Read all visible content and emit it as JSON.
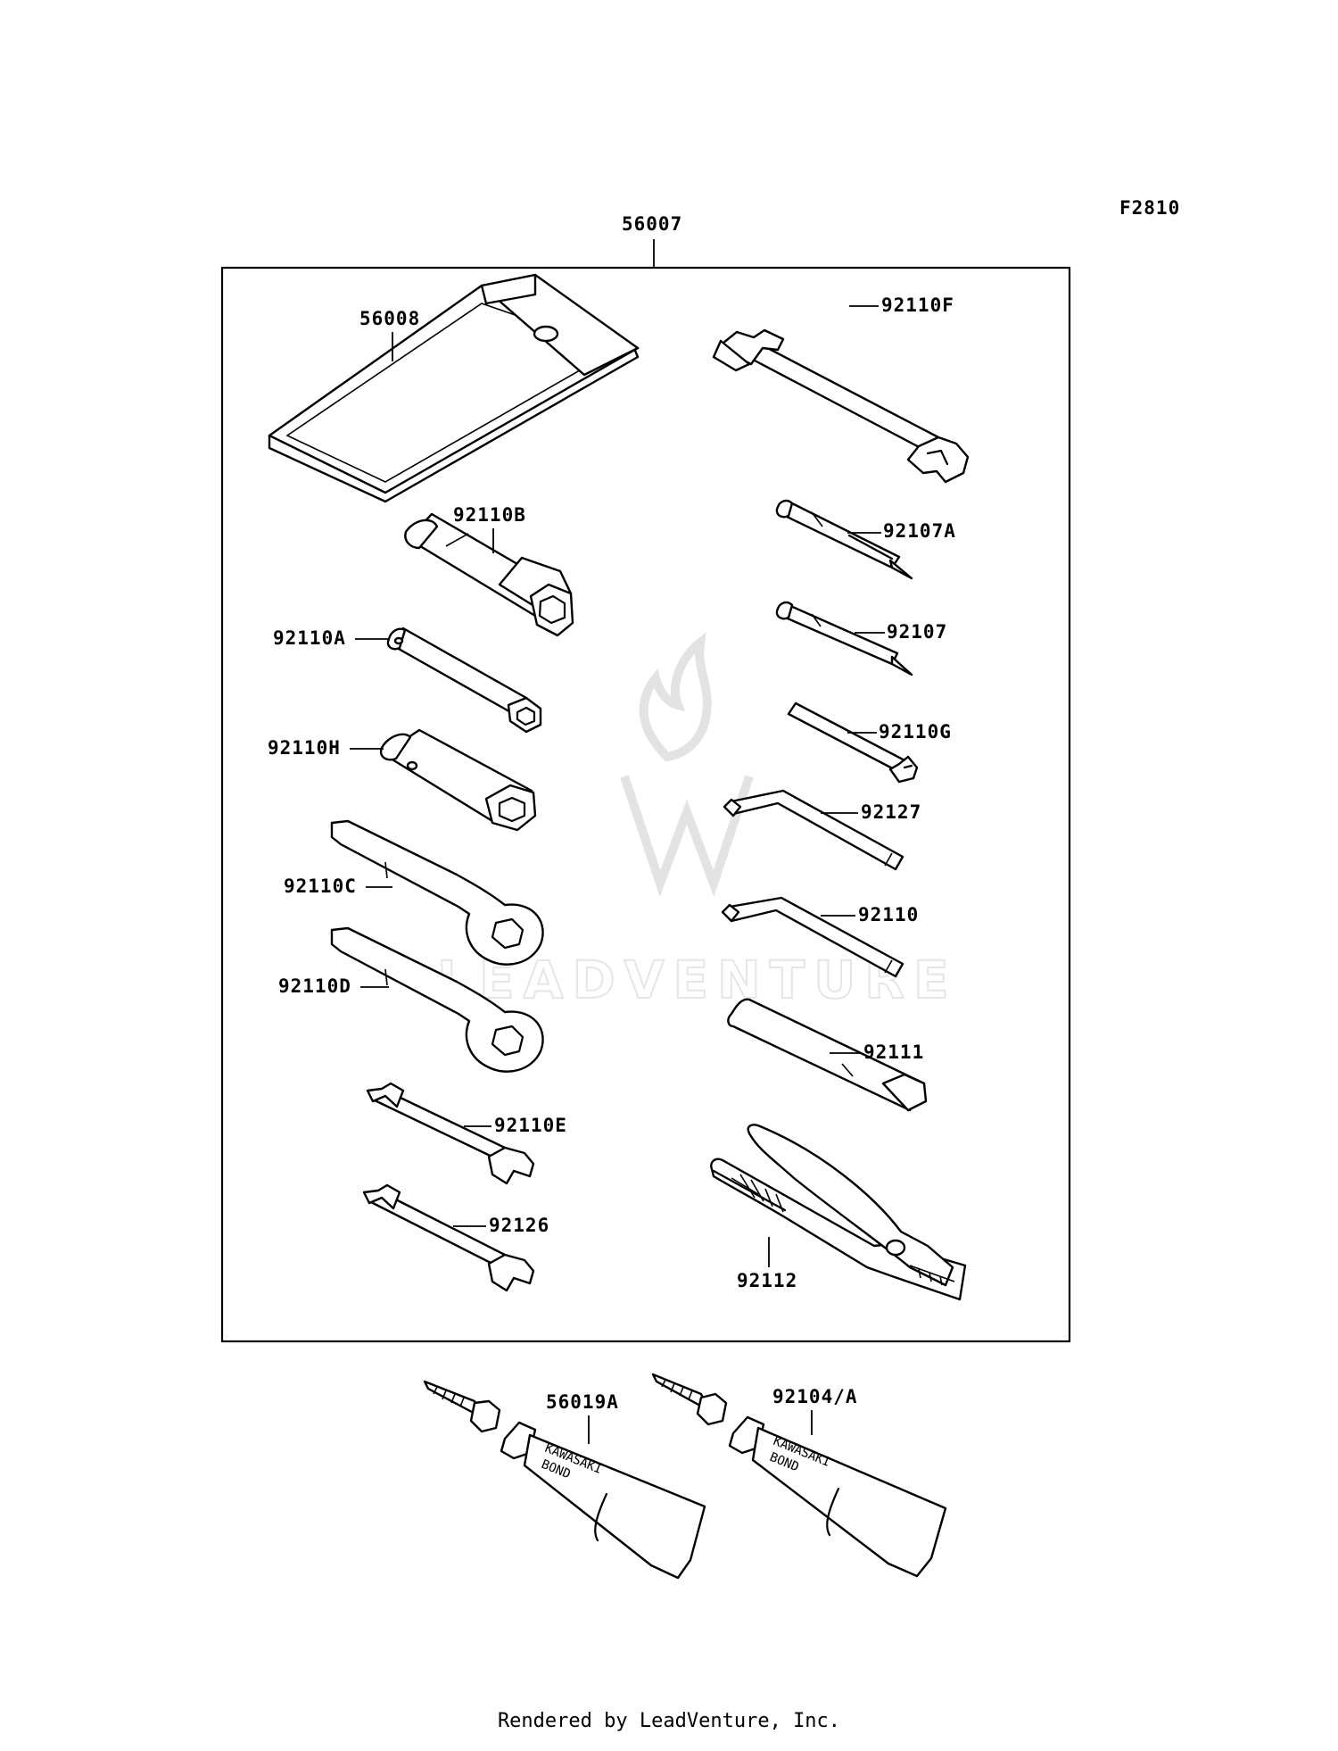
{
  "diagram": {
    "figure_code": "F2810",
    "kit_number": "56007",
    "parts": {
      "p56008": "56008",
      "p92110F": "92110F",
      "p92110B": "92110B",
      "p92107A": "92107A",
      "p92110A": "92110A",
      "p92107": "92107",
      "p92110G": "92110G",
      "p92110H": "92110H",
      "p92127": "92127",
      "p92110C": "92110C",
      "p92110": "92110",
      "p92110D": "92110D",
      "p92111": "92111",
      "p92110E": "92110E",
      "p92126": "92126",
      "p92112": "92112",
      "p56019A": "56019A",
      "p92104A": "92104/A"
    },
    "tube_label_1": "KAWASAKI",
    "tube_label_2": "BOND",
    "watermark": "LEADVENTURE"
  },
  "footer": "Rendered by LeadVenture, Inc."
}
